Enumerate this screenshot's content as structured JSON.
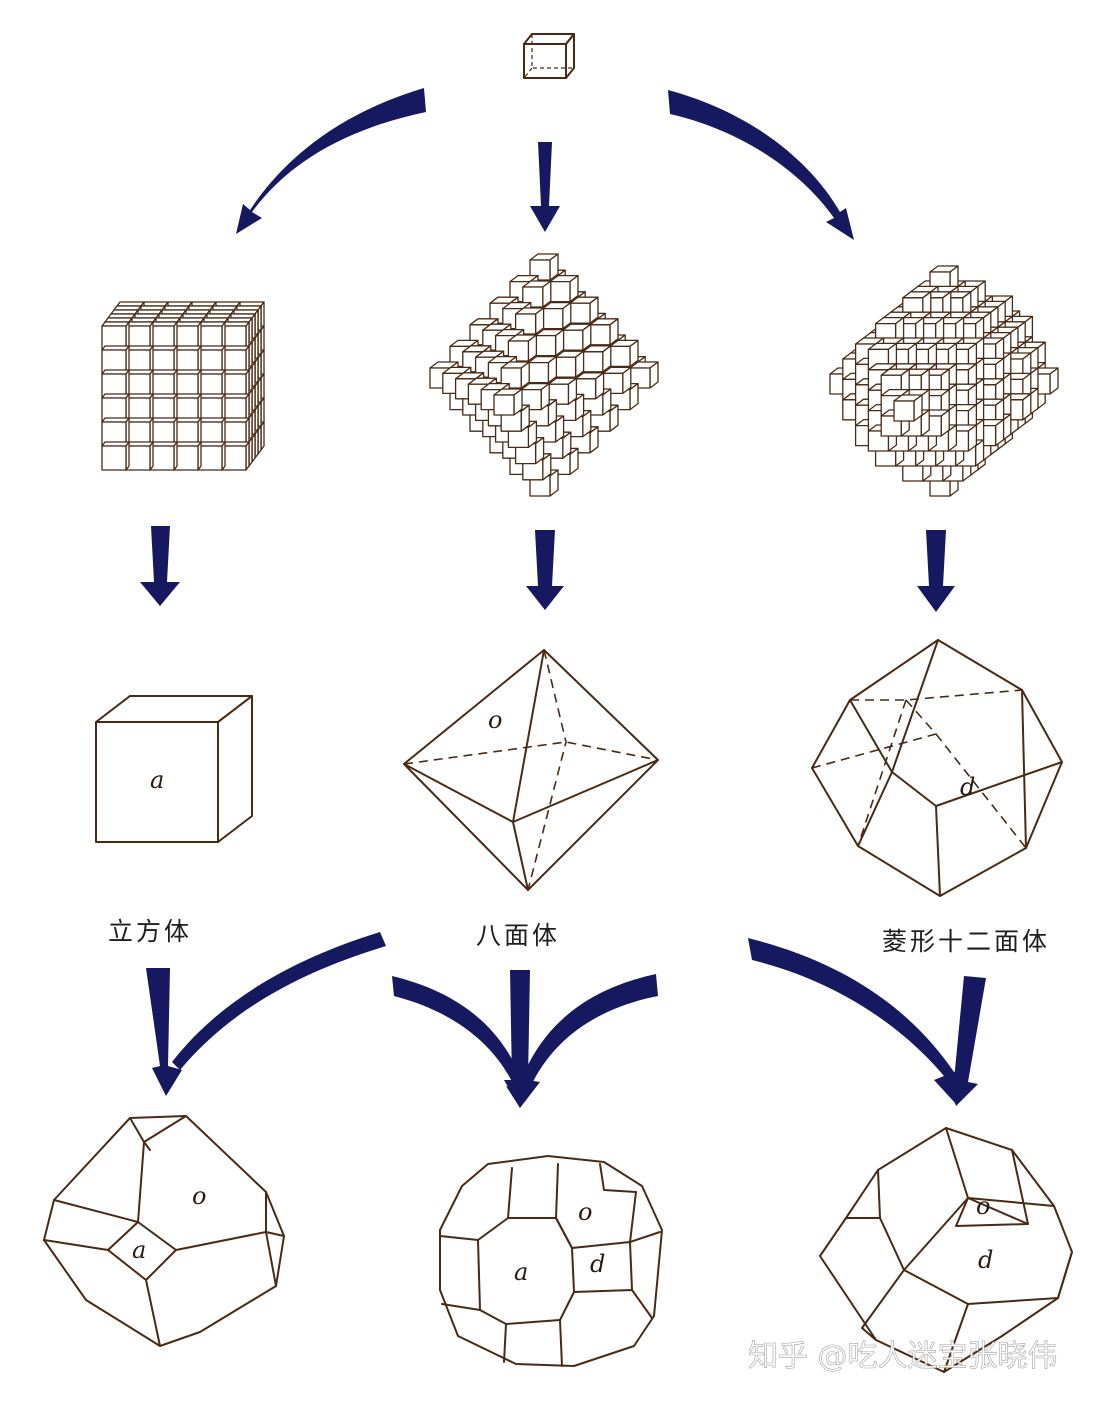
{
  "colors": {
    "arrow": "#16195f",
    "edge": "#4a2a14",
    "cube_face": "#ffffff",
    "background": "#ffffff"
  },
  "shapes": {
    "cube": {
      "caption": "立方体",
      "face_label": "a"
    },
    "octahedron": {
      "caption": "八面体",
      "face_label": "o"
    },
    "rhombic_dodecahedron": {
      "caption": "菱形十二面体",
      "face_label": "d"
    }
  },
  "combos": {
    "cube_octahedron": {
      "labels": [
        "o",
        "a"
      ]
    },
    "cube_octahedron_dodecahedron": {
      "labels": [
        "o",
        "a",
        "d"
      ]
    },
    "octahedron_dodecahedron": {
      "labels": [
        "o",
        "d"
      ]
    }
  },
  "watermark": "知乎 @吃人迷宝张晓伟"
}
